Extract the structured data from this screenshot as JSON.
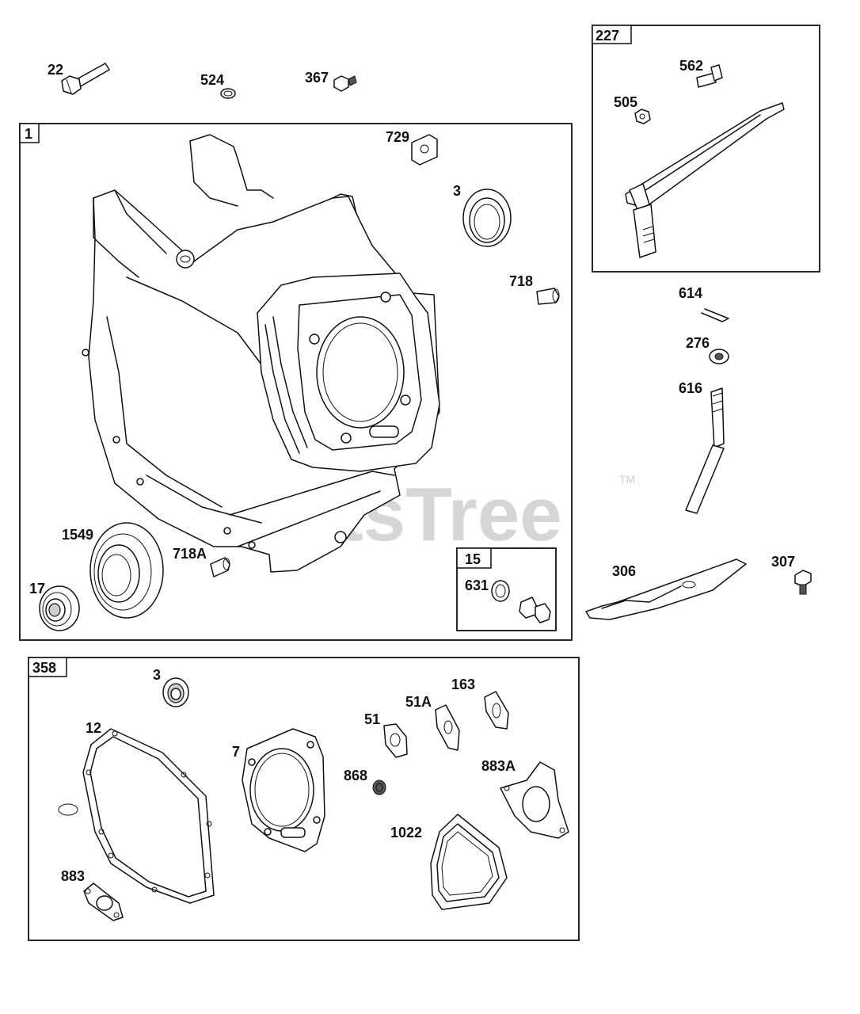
{
  "watermark": {
    "text": "PartsTree",
    "trademark": "TM"
  },
  "groups": [
    {
      "id": "1"
    },
    {
      "id": "227"
    },
    {
      "id": "15"
    },
    {
      "id": "358"
    }
  ],
  "callouts": {
    "p22": "22",
    "p524": "524",
    "p367": "367",
    "p729": "729",
    "p3_top": "3",
    "p718": "718",
    "p1549": "1549",
    "p718A": "718A",
    "p17": "17",
    "p631": "631",
    "p562": "562",
    "p505": "505",
    "p614": "614",
    "p276": "276",
    "p616": "616",
    "p306": "306",
    "p307": "307",
    "p3_kit": "3",
    "p12": "12",
    "p7": "7",
    "p51": "51",
    "p51A": "51A",
    "p163": "163",
    "p868": "868",
    "p883A": "883A",
    "p1022": "1022",
    "p883": "883"
  }
}
